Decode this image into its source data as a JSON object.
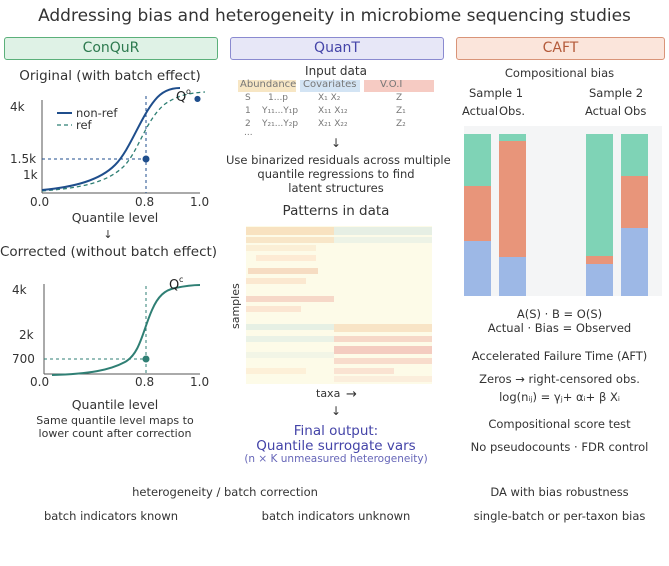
{
  "title": "Addressing bias and heterogeneity in microbiome sequencing studies",
  "colors": {
    "conqur_bg": "#dff2e6",
    "conqur_border": "#5bb07a",
    "quant_bg": "#e7e7f7",
    "quant_border": "#8a8ad0",
    "caft_bg": "#fbe5db",
    "caft_border": "#d99478",
    "navy": "#1f4e8c",
    "teal": "#2f7f74",
    "bar_green": "#7fd3b6",
    "bar_orange": "#e8957a",
    "bar_blue": "#9db8e6",
    "quant_text": "#4444a8"
  },
  "conqur": {
    "header": "ConQuR",
    "original_title": "Original (with batch effect)",
    "legend_nonref": "non-ref",
    "legend_ref": "ref",
    "q_label_top": "Q",
    "q_sup_top": "o",
    "y_ticks_top": [
      "4k",
      "1.5k",
      "1k"
    ],
    "x_ticks": [
      "0.0",
      "0.8",
      "1.0"
    ],
    "xlabel": "Quantile level",
    "arrow": "↓",
    "corrected_title": "Corrected (without batch effect)",
    "q_label_bottom": "Q",
    "q_sup_bottom": "c",
    "y_ticks_bottom": [
      "4k",
      "2k",
      "700"
    ],
    "x_ticks_bottom": [
      "0.0",
      "0.8",
      "1.0"
    ],
    "xlabel_bottom": "Quantile level",
    "caption_1": "Same quantile level maps to",
    "caption_2": "lower count after correction"
  },
  "quant": {
    "header": "QuanT",
    "input_title": "Input data",
    "col_abundance": "Abundance",
    "col_covariates": "Covariates",
    "col_voi": "V.O.I",
    "row_head": [
      "S",
      "1...p",
      "X₁ X₂",
      "Z"
    ],
    "row_1": [
      "1",
      "Y₁₁...Y₁p",
      "X₁₁ X₁₂",
      "Z₁"
    ],
    "row_2": [
      "2",
      "Y₂₁...Y₂p",
      "X₂₁ X₂₂",
      "Z₂"
    ],
    "row_dots": "...",
    "arrow": "↓",
    "desc_1": "Use binarized residuals across multiple",
    "desc_2": "quantile regressions to find",
    "desc_3": "latent structures",
    "patterns_title": "Patterns in data",
    "ylabel": "samples",
    "xlabel": "taxa",
    "xarrow": "→",
    "out_arrow": "↓",
    "final_1": "Final output:",
    "final_2": "Quantile surrogate vars",
    "final_3": "(n × K unmeasured heterogeneity)"
  },
  "caft": {
    "header": "CAFT",
    "comp_bias": "Compositional bias",
    "sample1": "Sample 1",
    "sample2": "Sample 2",
    "actual1": "Actual",
    "obs1": "Obs.",
    "actual2": "Actual",
    "obs2": "Obs",
    "eq_1": "A(S) · B = O(S)",
    "eq_2": "Actual · Bias = Observed",
    "aft": "Accelerated Failure Time (AFT)",
    "zeros": "Zeros → right-censored obs.",
    "log_eq": "log(nᵢⱼ) = γⱼ+ αᵢ+ β Xᵢ",
    "score": "Compositional score test",
    "nopseudo": "No pseudocounts · FDR control"
  },
  "footer": {
    "conqur_1": "heterogeneity / batch correction",
    "conqur_2": "batch indicators known",
    "quant_2": "batch indicators unknown",
    "caft_1": "DA with bias robustness",
    "caft_2": "single-batch or per-taxon bias"
  }
}
